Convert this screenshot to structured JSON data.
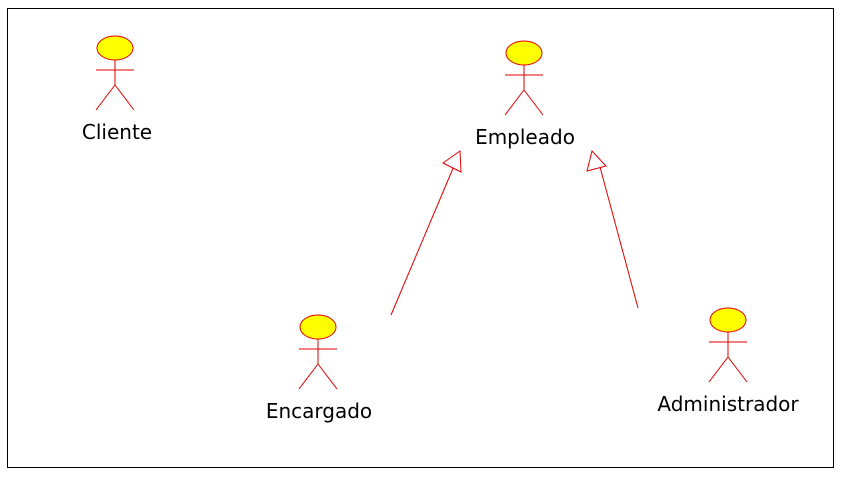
{
  "colors": {
    "actor_stroke": "#e00000",
    "actor_fill": "#ffff00",
    "frame": "#000000",
    "text": "#000000"
  },
  "actors": [
    {
      "id": "cliente",
      "label": "Cliente",
      "icon": "stick-figure-icon"
    },
    {
      "id": "empleado",
      "label": "Empleado",
      "icon": "stick-figure-icon"
    },
    {
      "id": "encargado",
      "label": "Encargado",
      "icon": "stick-figure-icon"
    },
    {
      "id": "administrador",
      "label": "Administrador",
      "icon": "stick-figure-icon"
    }
  ],
  "generalizations": [
    {
      "from": "encargado",
      "to": "empleado",
      "type": "inheritance"
    },
    {
      "from": "administrador",
      "to": "empleado",
      "type": "inheritance"
    }
  ]
}
